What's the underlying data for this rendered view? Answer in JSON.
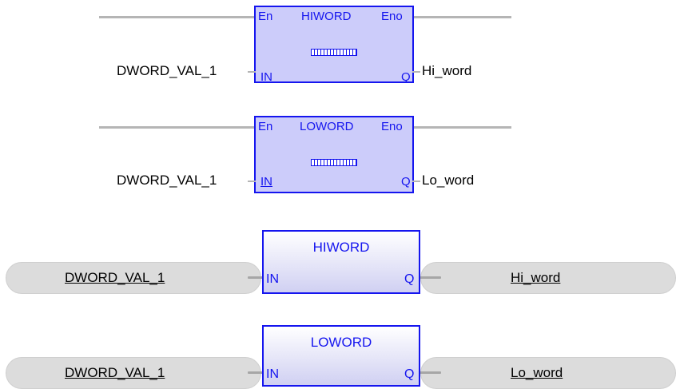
{
  "ld_blocks": [
    {
      "function": "HIWORD",
      "en_label": "En",
      "eno_label": "Eno",
      "in_label": "IN",
      "out_label": "Q",
      "input_variable": "DWORD_VAL_1",
      "output_variable": "Hi_word"
    },
    {
      "function": "LOWORD",
      "en_label": "En",
      "eno_label": "Eno",
      "in_label": "IN",
      "out_label": "Q",
      "input_variable": "DWORD_VAL_1",
      "output_variable": "Lo_word"
    }
  ],
  "fbd_blocks": [
    {
      "function": "HIWORD",
      "in_label": "IN",
      "out_label": "Q",
      "input_variable": "DWORD_VAL_1",
      "output_variable": "Hi_word"
    },
    {
      "function": "LOWORD",
      "in_label": "IN",
      "out_label": "Q",
      "input_variable": "DWORD_VAL_1",
      "output_variable": "Lo_word"
    }
  ],
  "colors": {
    "block_border": "#1515ef",
    "ld_block_fill": "#ccccfa",
    "rung": "#b5b5b5",
    "variable_pill": "#dcdcdc"
  }
}
